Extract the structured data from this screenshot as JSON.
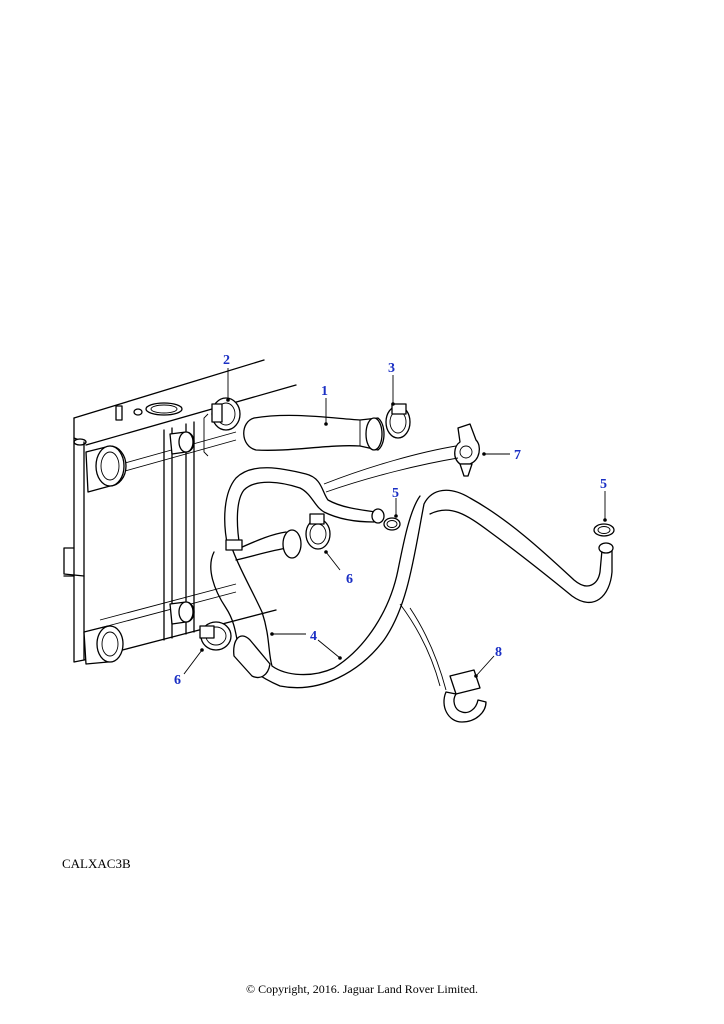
{
  "diagram": {
    "callouts": [
      "1",
      "2",
      "3",
      "4",
      "5",
      "5",
      "6",
      "6",
      "7",
      "8"
    ],
    "reference_code": "CALXAC3B",
    "copyright": "© Copyright, 2016. Jaguar Land Rover Limited."
  },
  "colors": {
    "callout_text": "#1a2fc4",
    "line_art": "#000000",
    "background": "#ffffff"
  }
}
